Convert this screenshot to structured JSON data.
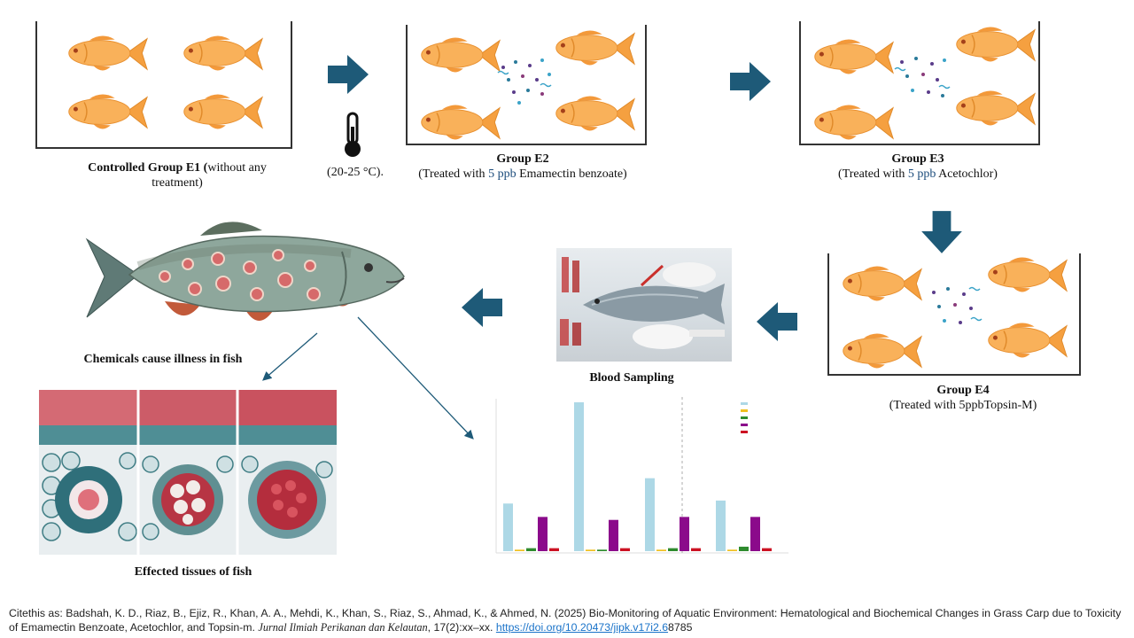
{
  "groups": {
    "e1": {
      "title": "Controlled Group E1 (",
      "desc": "without any",
      "desc2": "treatment)"
    },
    "temp": "(20-25 °C).",
    "e2": {
      "title": "Group E2",
      "pre": "(Treated with ",
      "dose": "5 ppb",
      "post": " Emamectin benzoate)"
    },
    "e3": {
      "title": "Group E3",
      "pre": "(Treated with ",
      "dose": "5 ppb",
      "post": " Acetochlor)"
    },
    "e4": {
      "title": "Group E4",
      "desc": "(Treated with 5ppbTopsin-M)"
    }
  },
  "labels": {
    "blood": "Blood Sampling",
    "illness": "Chemicals cause illness in fish",
    "tissues": "Effected tissues of fish"
  },
  "chart_data": {
    "type": "bar",
    "categories": [
      "",
      "",
      "",
      ""
    ],
    "series": [
      {
        "values": [
          0.32,
          1.0,
          0.49,
          0.34
        ],
        "color": "#add8e6"
      },
      {
        "values": [
          0.01,
          0.01,
          0.01,
          0.01
        ],
        "color": "#f0c020"
      },
      {
        "values": [
          0.02,
          0.01,
          0.02,
          0.03
        ],
        "color": "#2e8b2e"
      },
      {
        "values": [
          0.23,
          0.21,
          0.23,
          0.23
        ],
        "color": "#8b0a8b"
      },
      {
        "values": [
          0.02,
          0.02,
          0.02,
          0.02
        ],
        "color": "#cc1122"
      }
    ]
  },
  "citation": {
    "lead": "Citethis as: Badshah, K. D., Riaz, B., Ejiz, R., Khan, A. A., Mehdi, K., Khan, S., Riaz, S., Ahmad, K., & Ahmed, N. (2025) Bio-Monitoring of Aquatic Environment: Hematological and Biochemical Changes in Grass Carp due to Toxicity of Emamectin Benzoate, Acetochlor, and Topsin-m. ",
    "journal": "Jurnal Ilmiah Perikanan dan Kelautan",
    "volume": ", 17(2):xx–xx. ",
    "doi": "https://doi.org/10.20473/jipk.v17i2.6",
    "tail": "8785"
  },
  "colors": {
    "arrow": "#1e5a78",
    "fish": "#f7a94a",
    "tank": "#333333"
  }
}
